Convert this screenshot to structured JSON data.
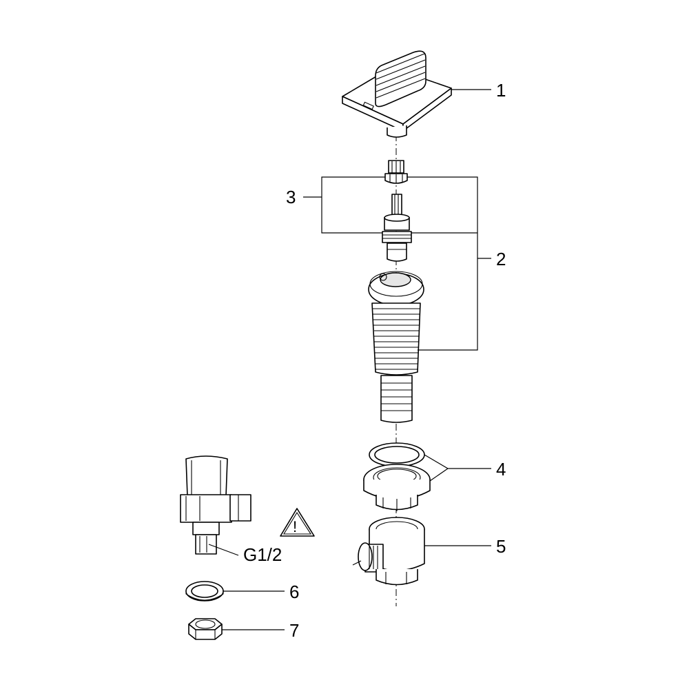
{
  "callouts": {
    "c1": "1",
    "c2": "2",
    "c3": "3",
    "c4": "4",
    "c5": "5",
    "c6": "6",
    "c7": "7"
  },
  "thread_label": "G1/2",
  "warning": {
    "symbol": "!",
    "icon": "warning-triangle-icon"
  },
  "colors": {
    "line": "#000000",
    "background": "#ffffff"
  }
}
